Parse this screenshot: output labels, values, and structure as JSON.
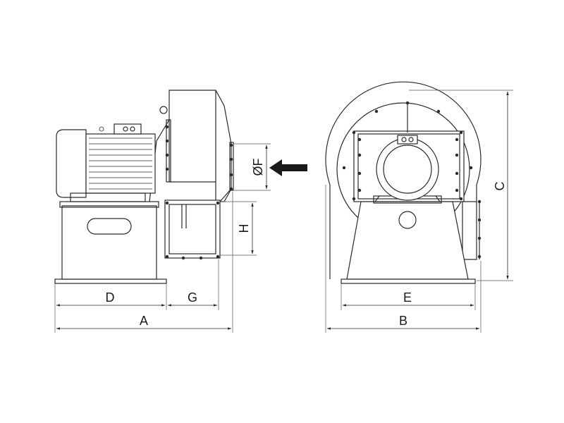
{
  "diagram": {
    "dimensions": {
      "A": "A",
      "B": "B",
      "C": "C",
      "D": "D",
      "E": "E",
      "F": "ØF",
      "G": "G",
      "H": "H"
    },
    "inlet_arrow_icon": "arrow-left-icon",
    "colors": {
      "line": "#2a2a2a",
      "background": "#ffffff"
    }
  }
}
